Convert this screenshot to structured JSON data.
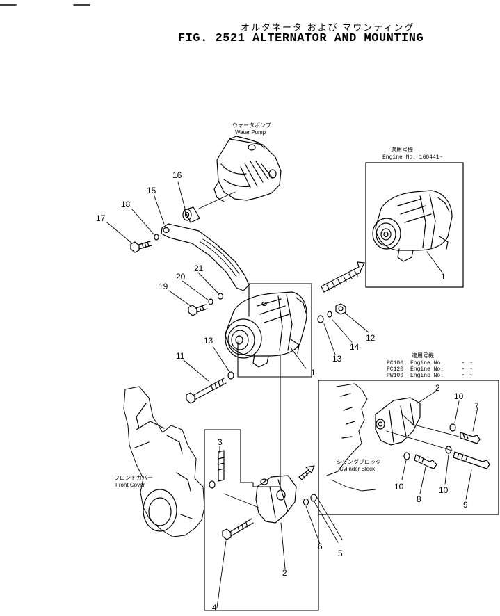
{
  "title": {
    "japanese": "オルタネータ および マウンティング",
    "english": "FIG. 2521  ALTERNATOR AND MOUNTING"
  },
  "labels": {
    "water_pump_jp": "ウォータポンプ",
    "water_pump_en": "Water Pump",
    "front_cover_jp": "フロントカバー",
    "front_cover_en": "Front Cover",
    "cylinder_block_jp": "シリンダブロック",
    "cylinder_block_en": "Cylinder Block"
  },
  "applicability_top": {
    "heading_jp": "適用号機",
    "engine_line": "Engine  No.  160441~"
  },
  "applicability_side": {
    "heading_jp": "適用号機",
    "rows": [
      {
        "model": "PC100",
        "text": "Engine  No.",
        "range": "・ ~"
      },
      {
        "model": "PC120",
        "text": "Engine  No.",
        "range": "・ ~"
      },
      {
        "model": "PW100",
        "text": "Engine  No.",
        "range": "・ ~"
      }
    ]
  },
  "callouts": {
    "c1_main": "1",
    "c1_inset": "1",
    "c2_lower": "2",
    "c2_inset": "2",
    "c3": "3",
    "c4": "4",
    "c5": "5",
    "c6": "6",
    "c7": "7",
    "c8": "8",
    "c9": "9",
    "c10_a": "10",
    "c10_b": "10",
    "c10_c": "10",
    "c11": "11",
    "c12": "12",
    "c13_a": "13",
    "c13_b": "13",
    "c14": "14",
    "c15": "15",
    "c16": "16",
    "c17": "17",
    "c18": "18",
    "c19": "19",
    "c20": "20",
    "c21": "21"
  }
}
